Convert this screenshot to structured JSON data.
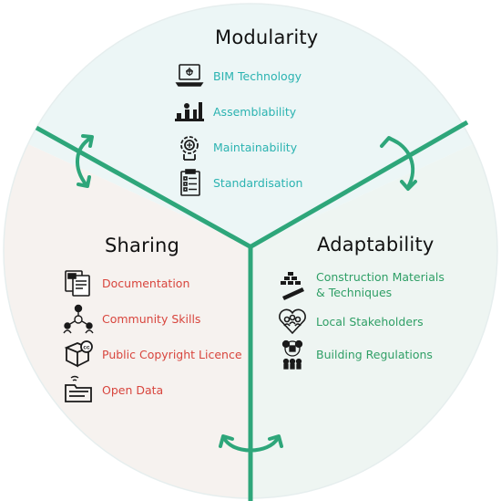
{
  "colors": {
    "divider": "#2ea67a",
    "modularity_bg": "#ecf6f6",
    "sharing_bg": "#f6f2ef",
    "adaptability_bg": "#eef5f2",
    "modularity_text": "#2bb3b1",
    "sharing_text": "#d8453d",
    "adaptability_text": "#2f9f66",
    "icon": "#1a1a1a"
  },
  "modularity": {
    "title": "Modularity",
    "items": [
      {
        "label": "BIM Technology",
        "icon": "laptop-blueprint-icon"
      },
      {
        "label": "Assemblability",
        "icon": "assembly-worker-icon"
      },
      {
        "label": "Maintainability",
        "icon": "gear-wrench-icon"
      },
      {
        "label": "Standardisation",
        "icon": "checklist-icon"
      }
    ]
  },
  "sharing": {
    "title": "Sharing",
    "items": [
      {
        "label": "Documentation",
        "icon": "documents-icon"
      },
      {
        "label": "Community Skills",
        "icon": "community-network-icon"
      },
      {
        "label": "Public Copyright Licence",
        "icon": "cc-box-icon"
      },
      {
        "label": "Open Data",
        "icon": "open-folder-icon"
      }
    ]
  },
  "adaptability": {
    "title": "Adaptability",
    "items": [
      {
        "label_line1": "Construction Materials",
        "label_line2": "& Techniques",
        "icon": "materials-stack-icon"
      },
      {
        "label": "Local Stakeholders",
        "icon": "stakeholders-heart-icon"
      },
      {
        "label": "Building Regulations",
        "icon": "regulations-people-icon"
      }
    ]
  }
}
